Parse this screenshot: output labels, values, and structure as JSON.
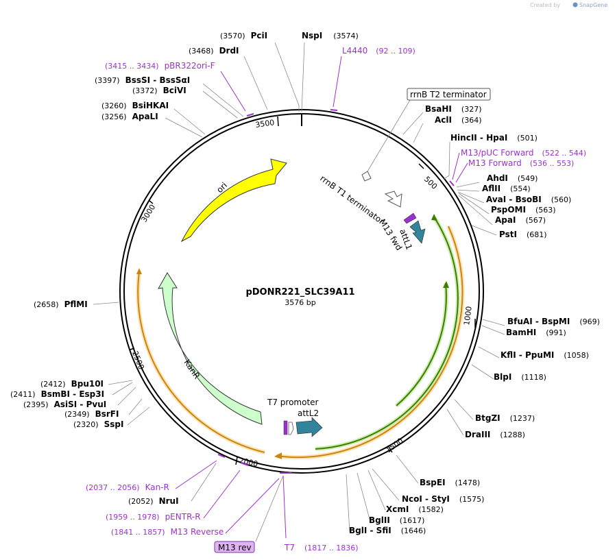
{
  "credit": {
    "text": "Created by",
    "brand": "SnapGene"
  },
  "plasmid": {
    "name": "pDONR221_SLC39A11",
    "size_label": "3576 bp",
    "length": 3576
  },
  "ticks": [
    "500",
    "1000",
    "1500",
    "2000",
    "2500",
    "3000",
    "3500"
  ],
  "sites": [
    {
      "id": "PciI",
      "parts": [
        "(3570)",
        "PciI"
      ]
    },
    {
      "id": "NspI",
      "parts": [
        "NspI",
        "(3574)"
      ]
    },
    {
      "id": "DrdI",
      "parts": [
        "(3468)",
        "DrdI"
      ]
    },
    {
      "id": "BssSI",
      "parts": [
        "(3397)",
        "BssSI",
        " - ",
        "BssSαI"
      ]
    },
    {
      "id": "BciVI",
      "parts": [
        "(3372)",
        "BciVI"
      ]
    },
    {
      "id": "BsiHKAI",
      "parts": [
        "(3260)",
        "BsiHKAI"
      ]
    },
    {
      "id": "ApaLI",
      "parts": [
        "(3256)",
        "ApaLI"
      ]
    },
    {
      "id": "BsaHI",
      "parts": [
        "BsaHI",
        "(327)"
      ]
    },
    {
      "id": "AclI",
      "parts": [
        "AclI",
        "(364)"
      ]
    },
    {
      "id": "HincII",
      "parts": [
        "HincII",
        " - ",
        "HpaI",
        "(501)"
      ]
    },
    {
      "id": "AhdI",
      "parts": [
        "AhdI",
        "(549)"
      ]
    },
    {
      "id": "AflII",
      "parts": [
        "AflII",
        "(554)"
      ]
    },
    {
      "id": "AvaI",
      "parts": [
        "AvaI",
        " - ",
        "BsoBI",
        "(560)"
      ]
    },
    {
      "id": "PspOMI",
      "parts": [
        "PspOMI",
        "(563)"
      ]
    },
    {
      "id": "ApaI",
      "parts": [
        "ApaI",
        "(567)"
      ]
    },
    {
      "id": "PstI",
      "parts": [
        "PstI",
        "(681)"
      ]
    },
    {
      "id": "BfuAI",
      "parts": [
        "BfuAI",
        " - ",
        "BspMI",
        "(969)"
      ]
    },
    {
      "id": "BamHI",
      "parts": [
        "BamHI",
        "(991)"
      ]
    },
    {
      "id": "KflI",
      "parts": [
        "KflI",
        " - ",
        "PpuMI",
        "(1058)"
      ]
    },
    {
      "id": "BlpI",
      "parts": [
        "BlpI",
        "(1118)"
      ]
    },
    {
      "id": "BtgZI",
      "parts": [
        "BtgZI",
        "(1237)"
      ]
    },
    {
      "id": "DraIII",
      "parts": [
        "DraIII",
        "(1288)"
      ]
    },
    {
      "id": "BspEI",
      "parts": [
        "BspEI",
        "(1478)"
      ]
    },
    {
      "id": "NcoI",
      "parts": [
        "NcoI",
        " - ",
        "StyI",
        "(1575)"
      ]
    },
    {
      "id": "XcmI",
      "parts": [
        "XcmI",
        "(1582)"
      ]
    },
    {
      "id": "BglII",
      "parts": [
        "BglII",
        "(1617)"
      ]
    },
    {
      "id": "BglI",
      "parts": [
        "BglI",
        " - ",
        "SfiI",
        "(1646)"
      ]
    },
    {
      "id": "PflMI",
      "parts": [
        "(2658)",
        "PflMI"
      ]
    },
    {
      "id": "Bpu10I",
      "parts": [
        "(2412)",
        "Bpu10I"
      ]
    },
    {
      "id": "BsmBI",
      "parts": [
        "(2411)",
        "BsmBI",
        " - ",
        "Esp3I"
      ]
    },
    {
      "id": "AsiSI",
      "parts": [
        "(2395)",
        "AsiSI",
        " - ",
        "PvuI"
      ]
    },
    {
      "id": "BsrFI",
      "parts": [
        "(2349)",
        "BsrFI"
      ]
    },
    {
      "id": "SspI",
      "parts": [
        "(2320)",
        "SspI"
      ]
    },
    {
      "id": "NruI",
      "parts": [
        "(2052)",
        "NruI"
      ]
    }
  ],
  "primers": [
    {
      "id": "L4440",
      "name": "L4440",
      "range": "(92 .. 109)"
    },
    {
      "id": "pBR322ori-F",
      "name": "pBR322ori-F",
      "range": "(3415 .. 3434)"
    },
    {
      "id": "M13pUC",
      "name": "M13/pUC Forward",
      "range": "(522 .. 544)"
    },
    {
      "id": "M13F",
      "name": "M13 Forward",
      "range": "(536 .. 553)"
    },
    {
      "id": "Kan-R",
      "name": "Kan-R",
      "range": "(2037 .. 2056)"
    },
    {
      "id": "pENTR-R",
      "name": "pENTR-R",
      "range": "(1959 .. 1978)"
    },
    {
      "id": "M13R",
      "name": "M13 Reverse",
      "range": "(1841 .. 1857)"
    },
    {
      "id": "T7",
      "name": "T7",
      "range": "(1817 .. 1836)"
    }
  ],
  "features": {
    "ori": "ori",
    "kanr": "KanR",
    "rrnB_T1": "rrnB T1 terminator",
    "rrnB_T2": "rrnB T2 terminator",
    "M13fwd": "M13 fwd",
    "attL1": "attL1",
    "attL2": "attL2",
    "T7promoter": "T7 promoter",
    "M13rev": "M13 rev"
  },
  "colors": {
    "ori": "#ffff00",
    "kanr": "#ccffcc",
    "att": "#31849b",
    "primer": "#9d2fd0",
    "insert_green": "#4c9900",
    "insert_orange": "#e3a01b",
    "box_purple": "#e0b3f5"
  }
}
